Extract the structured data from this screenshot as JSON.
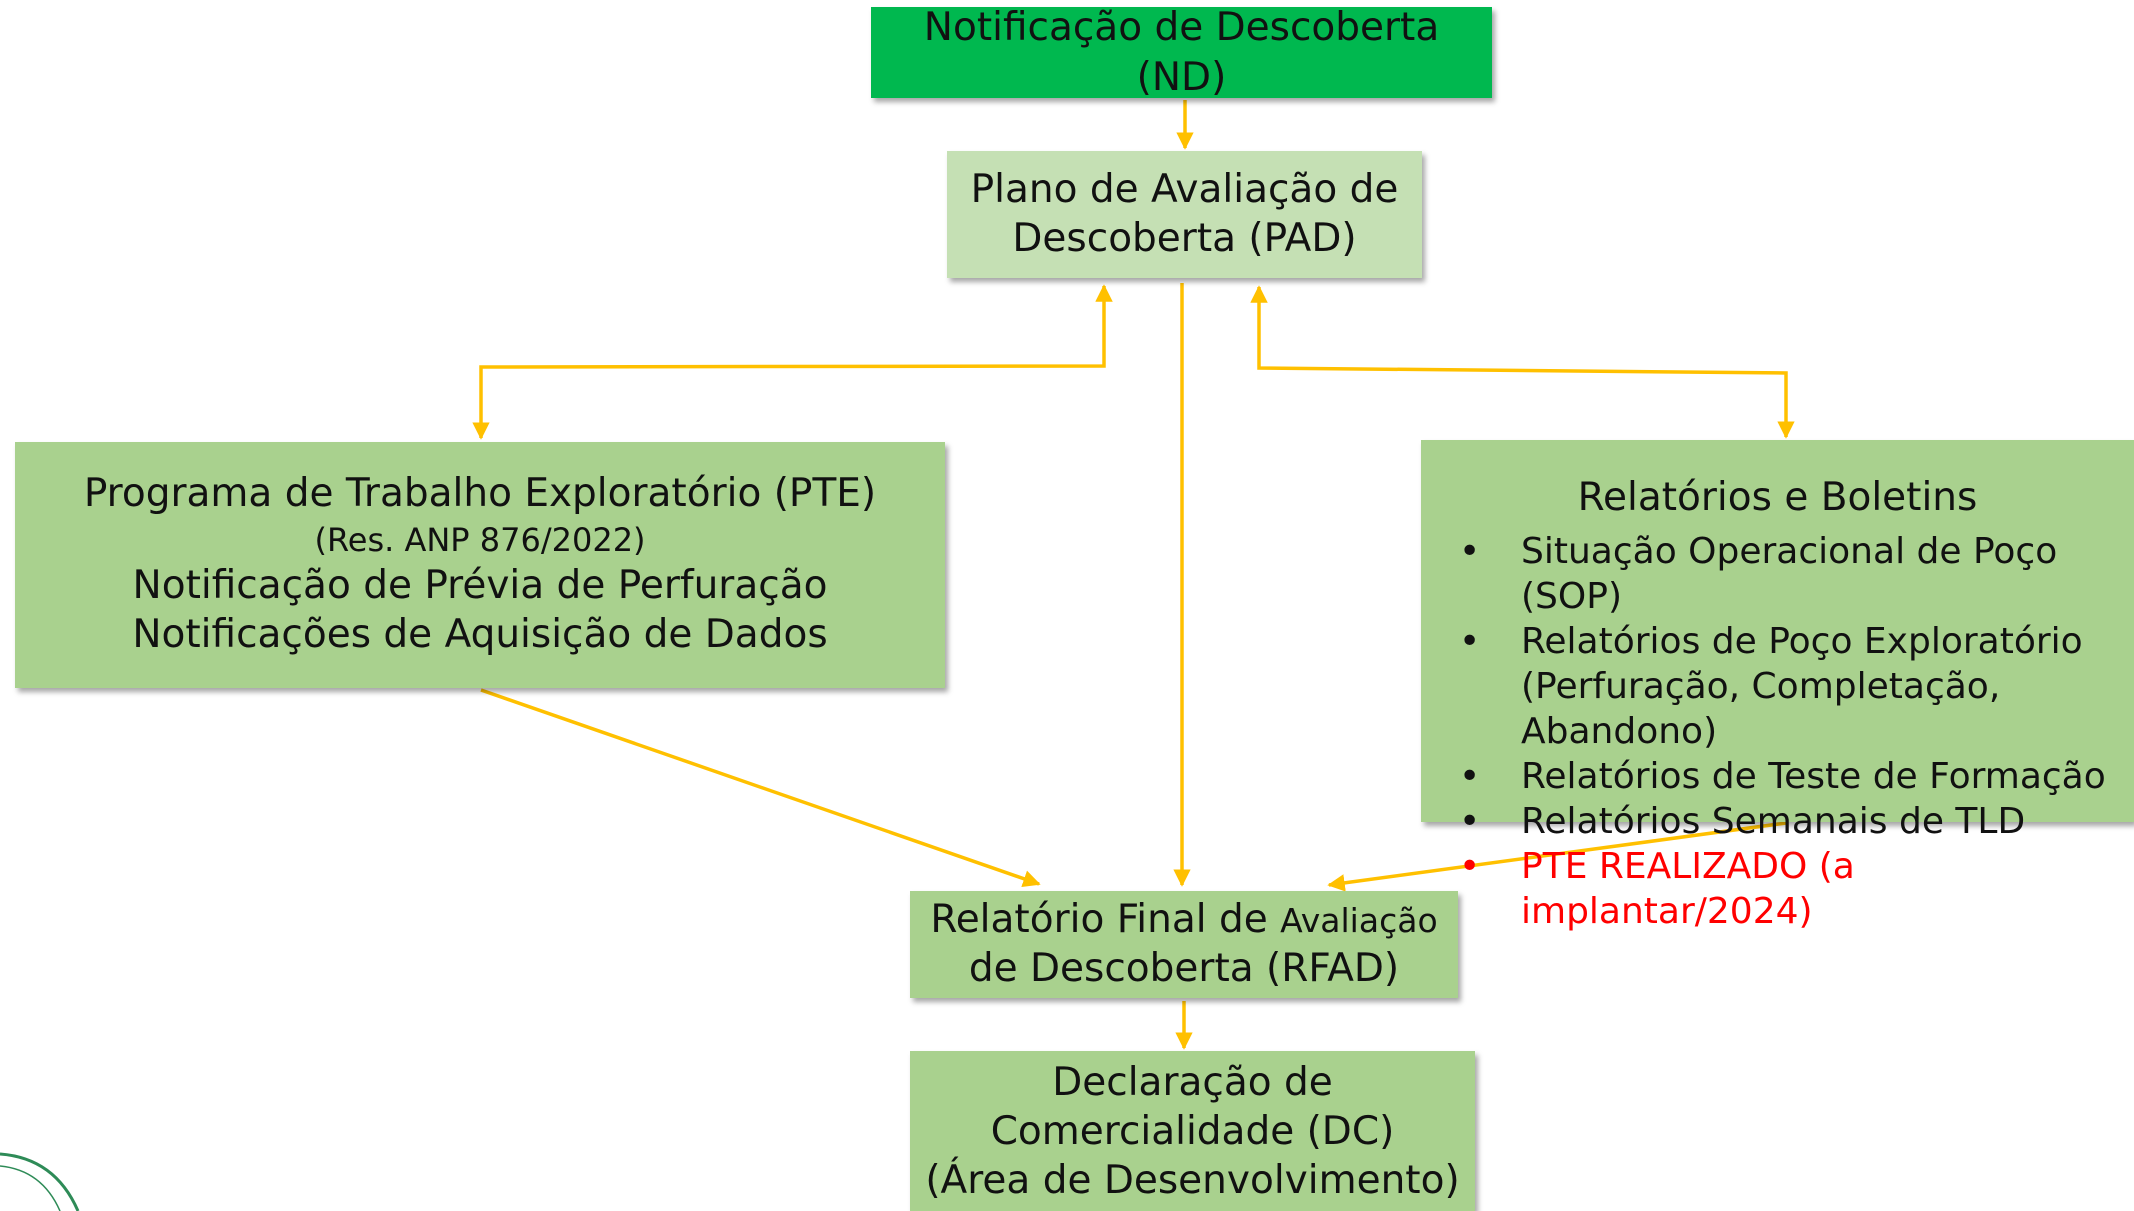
{
  "nodes": {
    "nd": {
      "lines": [
        "Notificação de Descoberta",
        "(ND)"
      ]
    },
    "pad": {
      "lines": [
        "Plano de Avaliação de",
        "Descoberta (PAD)"
      ]
    },
    "pte": {
      "title": "Programa de Trabalho Exploratório (PTE)",
      "subtitle": "(Res. ANP 876/2022)",
      "lines": [
        "Notificação de Prévia de Perfuração",
        "Notificações de Aquisição de Dados"
      ]
    },
    "relatorios": {
      "title": "Relatórios e Boletins",
      "items": [
        "Situação Operacional de Poço (SOP)",
        "Relatórios de Poço Exploratório",
        "(Perfuração, Completação, Abandono)",
        "Relatórios de Teste de Formação",
        "Relatórios Semanais de TLD",
        "PTE REALIZADO (a implantar/2024)"
      ],
      "bullet": "•"
    },
    "rfad": {
      "line1_a": "Relatório Final de ",
      "line1_b": "Avaliação",
      "line2": "de Descoberta (RFAD)"
    },
    "dc": {
      "lines": [
        "Declaração de",
        "Comercialidade (DC)",
        "(Área de Desenvolvimento)"
      ]
    }
  },
  "colors": {
    "nd_fill": "#00b84f",
    "pad_fill": "#c5e0b4",
    "box_fill": "#a9d18e",
    "arrow": "#ffc000",
    "highlight_text": "#ff0000",
    "logo_arc": "#2e8b57"
  }
}
